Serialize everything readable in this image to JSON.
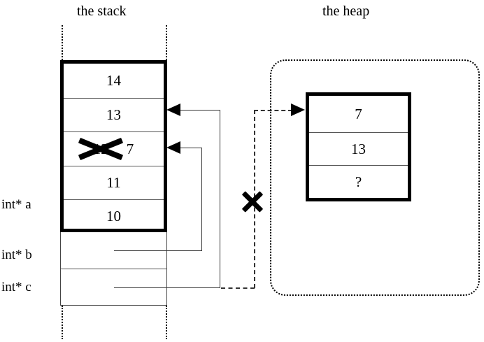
{
  "titles": {
    "stack": "the stack",
    "heap": "the heap"
  },
  "stack": {
    "frame_cells": [
      {
        "value": "14"
      },
      {
        "value": "13"
      },
      {
        "value": "12",
        "struck": true,
        "new_value": "7"
      },
      {
        "value": "11"
      },
      {
        "value": "10"
      }
    ],
    "pointer_labels": [
      {
        "name": "int* a",
        "text": "int* a"
      },
      {
        "name": "int* b",
        "text": "int* b"
      },
      {
        "name": "int* c",
        "text": "int* c"
      }
    ],
    "struck_old_value": "12",
    "updated_value": "7"
  },
  "heap": {
    "cells": [
      {
        "value": "7"
      },
      {
        "value": "13"
      },
      {
        "value": "?"
      }
    ]
  },
  "annotations": {
    "invalidated_pointer_x": "X",
    "overwritten_value_x": "X"
  },
  "colors": {
    "ink": "#000000",
    "rule": "#555555",
    "background": "#ffffff"
  }
}
